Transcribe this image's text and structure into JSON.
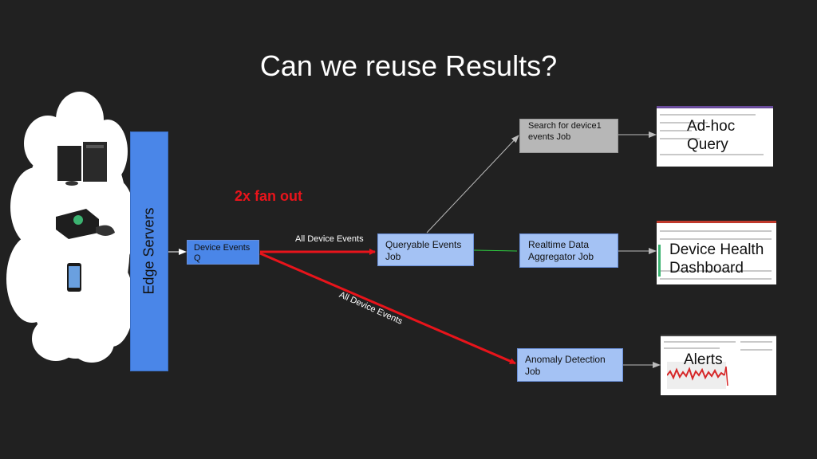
{
  "title": "Can we reuse Results?",
  "edge_servers": "Edge Servers",
  "fan_out": "2x fan out",
  "boxes": {
    "device_events_q": "Device Events Q",
    "queryable_events_job": "Queryable Events Job",
    "search_job": "Search for device1 events Job",
    "realtime_job": "Realtime Data Aggregator Job",
    "anomaly_job": "Anomaly Detection Job"
  },
  "edges": {
    "all_events_1": "All Device Events",
    "all_events_2": "All Device Events"
  },
  "outputs": {
    "adhoc": "Ad-hoc Query",
    "dashboard": "Device Health Dashboard",
    "alerts": "Alerts"
  },
  "devices": [
    "game-console-icon",
    "xbox-icon",
    "phone-icon"
  ],
  "colors": {
    "background": "#212121",
    "edge_servers": "#4a86e8",
    "job_box": "#a4c2f4",
    "search_box": "#b7b7b7",
    "fan_out_arrow": "#e8141b",
    "queryable_to_realtime": "#2ecc40"
  }
}
